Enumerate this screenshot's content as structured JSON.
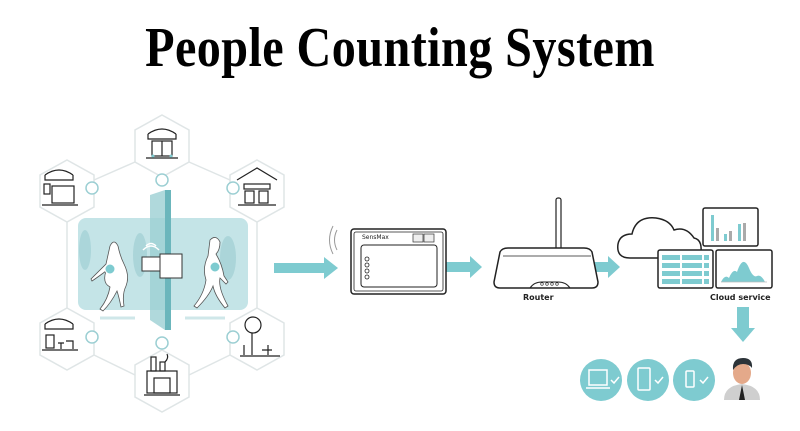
{
  "title": "People Counting System",
  "colors": {
    "accent": "#7ecbd0",
    "accent_dark": "#5fb4ba",
    "panel_bg": "#bfe2e5",
    "line": "#222222",
    "hex_outline": "#dfe5e6"
  },
  "locations": [
    {
      "name": "retail-store",
      "icon": "shop-cart-icon"
    },
    {
      "name": "mall-entrance",
      "icon": "mall-icon"
    },
    {
      "name": "office-building",
      "icon": "building-icon"
    },
    {
      "name": "cafe",
      "icon": "cafe-icon"
    },
    {
      "name": "factory",
      "icon": "factory-icon"
    },
    {
      "name": "park",
      "icon": "park-icon"
    }
  ],
  "flow": {
    "sensor_device": "SensMax",
    "router_label": "Router",
    "cloud_label": "Cloud service"
  },
  "endpoints": [
    {
      "icon": "laptop-icon"
    },
    {
      "icon": "tablet-icon"
    },
    {
      "icon": "phone-icon"
    },
    {
      "icon": "user-avatar-icon"
    }
  ]
}
